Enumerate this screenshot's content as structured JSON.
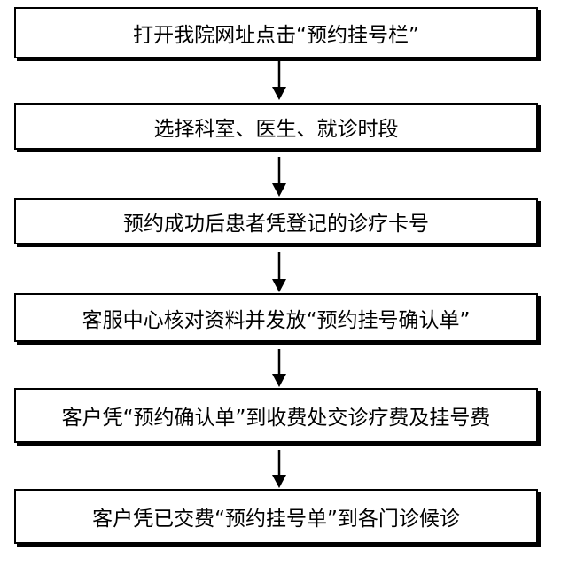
{
  "steps": [
    {
      "text": "打开我院网址点击“预约挂号栏”"
    },
    {
      "text": "选择科室、医生、就诊时段"
    },
    {
      "text": "预约成功后患者凭登记的诊疗卡号"
    },
    {
      "text": "客服中心核对资料并发放“预约挂号确认单”"
    },
    {
      "text": "客户凭“预约确认单”到收费处交诊疗费及挂号费"
    },
    {
      "text": "客户凭已交费“预约挂号单”到各门诊候诊"
    }
  ],
  "colors": {
    "border": "#000000",
    "background": "#ffffff",
    "text": "#000000"
  }
}
